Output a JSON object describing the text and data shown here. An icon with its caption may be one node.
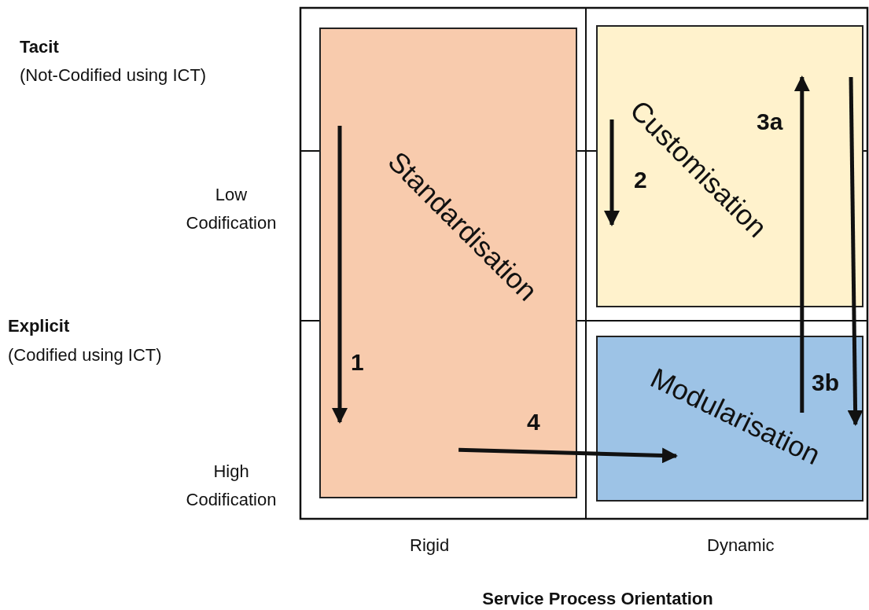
{
  "diagram": {
    "nodes": [
      {
        "text": [
          "Standardisation"
        ]
      },
      {
        "text": [
          "Customisation"
        ]
      },
      {
        "text": [
          "Modularisation"
        ]
      }
    ],
    "edges": [
      {
        "from": 2,
        "to": 1,
        "arrow": "to",
        "label": "3a"
      },
      {
        "from": 1,
        "to": 2,
        "arrow": "to",
        "label": "3b"
      },
      {
        "from": 0,
        "to": 2,
        "arrow": "to",
        "label": "4"
      }
    ],
    "labels": [
      "Tacit",
      "(Not-Codified using ICT)",
      "Low Codification",
      "Explicit",
      "(Codified using ICT)",
      "High Codification",
      "1",
      "2",
      "Rigid",
      "Dynamic",
      "Service Process Orientation"
    ]
  }
}
